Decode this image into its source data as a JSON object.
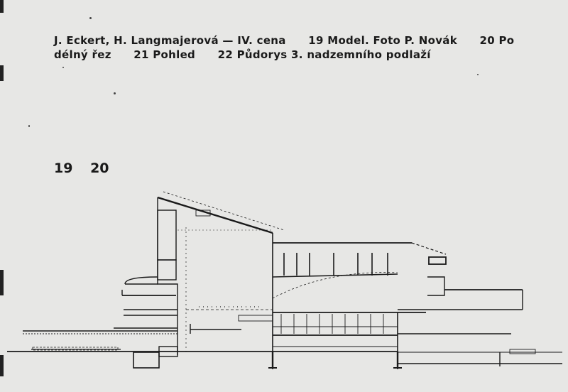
{
  "caption": {
    "line1": [
      "J. Eckert, H. Langmajerová — IV. cena",
      "19 Model. Foto P. Novák",
      "20 Po"
    ],
    "line2": [
      "délný řez",
      "21 Pohled",
      "22 Půdorys 3. nadzemního podlaží"
    ]
  },
  "figure_numbers": [
    "19",
    "20"
  ],
  "colors": {
    "paper": "#e7e7e5",
    "ink": "#1a1a1a"
  }
}
